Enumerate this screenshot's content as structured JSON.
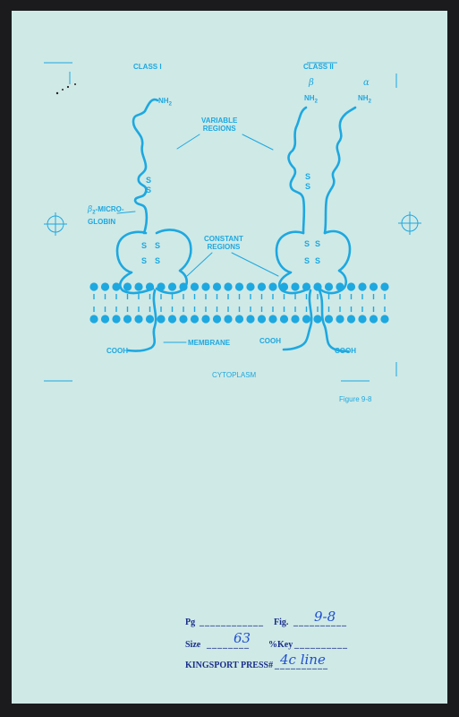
{
  "diagram": {
    "class_1": "CLASS I",
    "class_2": "CLASS II",
    "nh2": "NH",
    "nh2_sub": "2",
    "beta": "β",
    "alpha": "α",
    "variable_regions": [
      "VARIABLE",
      "REGIONS"
    ],
    "constant_regions": [
      "CONSTANT",
      "REGIONS"
    ],
    "b2_microglobin": [
      "β",
      "2",
      "-MICRO-",
      "GLOBIN"
    ],
    "s": "S",
    "cooh": "COOH",
    "membrane": "MEMBRANE",
    "cytoplasm": "CYTOPLASM",
    "figure_label": "Figure 9-8"
  },
  "form": {
    "pg_label": "Pg",
    "fig_label": "Fig.",
    "fig_value": "9-8",
    "size_label": "Size",
    "size_value": "63",
    "key_label": "%Key",
    "press_label": "KINGSPORT PRESS#",
    "press_value": "4c line"
  },
  "colors": {
    "ink": "#1da8e0",
    "paper": "#cfe9e6",
    "pencil": "#1f4fd0"
  }
}
